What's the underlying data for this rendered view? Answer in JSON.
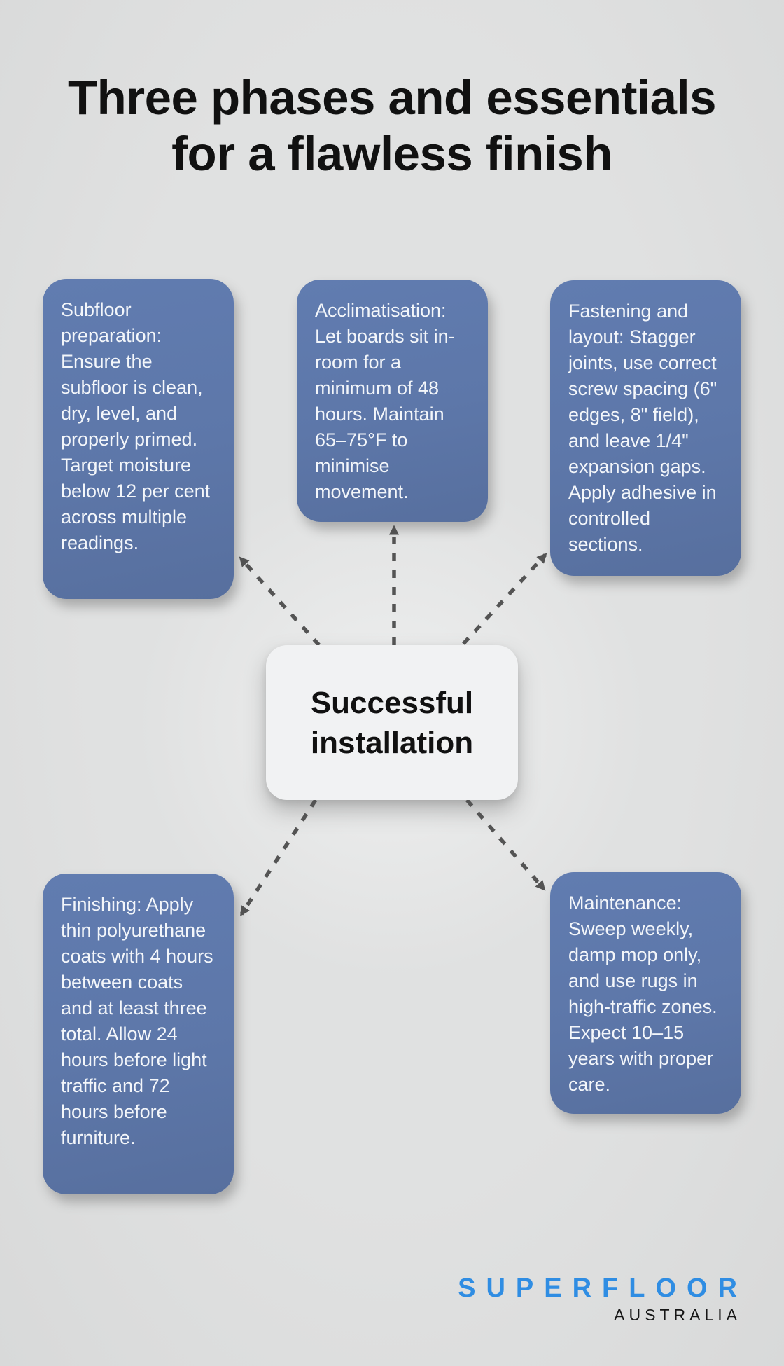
{
  "title": {
    "text": "Three phases and essentials for a flawless finish"
  },
  "diagram": {
    "center": {
      "label": "Successful installation"
    },
    "nodes": [
      {
        "id": "subfloor-preparation",
        "text": "Subfloor preparation: Ensure the subfloor is clean, dry, level, and properly primed. Target moisture below 12 per cent across multiple readings."
      },
      {
        "id": "acclimatisation",
        "text": "Acclimatisation: Let boards sit in-room for a minimum of 48 hours. Maintain 65–75°F to minimise movement."
      },
      {
        "id": "fastening-and-layout",
        "text": "Fastening and layout: Stagger joints, use correct screw spacing (6\" edges, 8\" field), and leave 1/4\" expansion gaps. Apply adhesive in controlled sections."
      },
      {
        "id": "finishing",
        "text": "Finishing: Apply thin polyurethane coats with 4 hours between coats and at least three total. Allow 24 hours before light traffic and 72 hours before furniture."
      },
      {
        "id": "maintenance",
        "text": "Maintenance: Sweep weekly, damp mop only, and use rugs in high-traffic zones. Expect 10–15 years with proper care."
      }
    ]
  },
  "logo": {
    "brand": "SUPERFLOOR",
    "region": "AUSTRALIA"
  },
  "colors": {
    "canvas-bg": "#e0e1e1",
    "title-text": "#111111",
    "node-blue": "#5d77a9",
    "node-text": "#f3f6fa",
    "center-bg": "#f1f2f3",
    "center-text": "#111111",
    "connector-gray": "#545454",
    "brand-blue": "#2f8de3",
    "brand-dark": "#161616"
  }
}
